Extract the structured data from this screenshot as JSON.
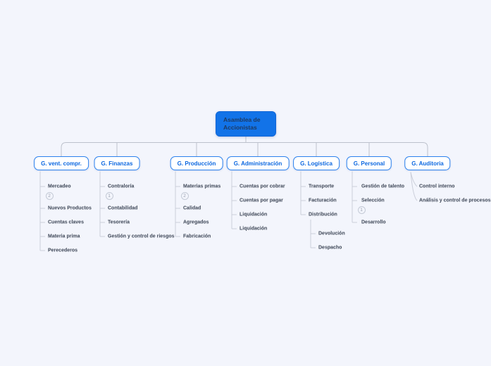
{
  "colors": {
    "background": "#f3f5fc",
    "root_fill": "#1273e8",
    "root_text": "#1d3a63",
    "node_border": "#2c82ee",
    "node_text": "#0b67e0",
    "sub_text": "#3e4757",
    "connector": "#c7ccd7",
    "badge_border": "#c4cad6",
    "badge_text": "#99a0af"
  },
  "root": {
    "label": "Asamblea de Accionistas"
  },
  "branches": [
    {
      "title": "G. vent. compr.",
      "items": [
        {
          "label": "Mercadeo",
          "badge": "2"
        },
        {
          "label": "Nuevos Productos"
        },
        {
          "label": "Cuentas claves"
        },
        {
          "label": "Materia prima"
        },
        {
          "label": "Perecederos"
        }
      ]
    },
    {
      "title": "G. Finanzas",
      "items": [
        {
          "label": "Contraloría",
          "badge": "1"
        },
        {
          "label": "Contabilidad"
        },
        {
          "label": "Tesorería"
        },
        {
          "label": "Gestión y control de riesgos"
        }
      ]
    },
    {
      "title": "G. Producción",
      "items": [
        {
          "label": "Materias primas",
          "badge": "2"
        },
        {
          "label": "Calidad"
        },
        {
          "label": "Agregados"
        },
        {
          "label": "Fabricación"
        }
      ]
    },
    {
      "title": "G. Administración",
      "items": [
        {
          "label": "Cuentas por cobrar"
        },
        {
          "label": "Cuentas por pagar"
        },
        {
          "label": "Liquidación"
        },
        {
          "label": "Liquidación"
        }
      ]
    },
    {
      "title": "G. Logística",
      "items": [
        {
          "label": "Transporte"
        },
        {
          "label": "Facturación"
        },
        {
          "label": "Distribución",
          "children": [
            {
              "label": "Devolución"
            },
            {
              "label": "Despacho"
            }
          ]
        }
      ]
    },
    {
      "title": "G. Personal",
      "items": [
        {
          "label": "Gestión de talento"
        },
        {
          "label": "Selección",
          "badge": "1"
        },
        {
          "label": "Desarrollo"
        }
      ]
    },
    {
      "title": "G. Auditoria",
      "items": [
        {
          "label": "Control interno"
        },
        {
          "label": "Análisis y control de procesos"
        }
      ]
    }
  ]
}
